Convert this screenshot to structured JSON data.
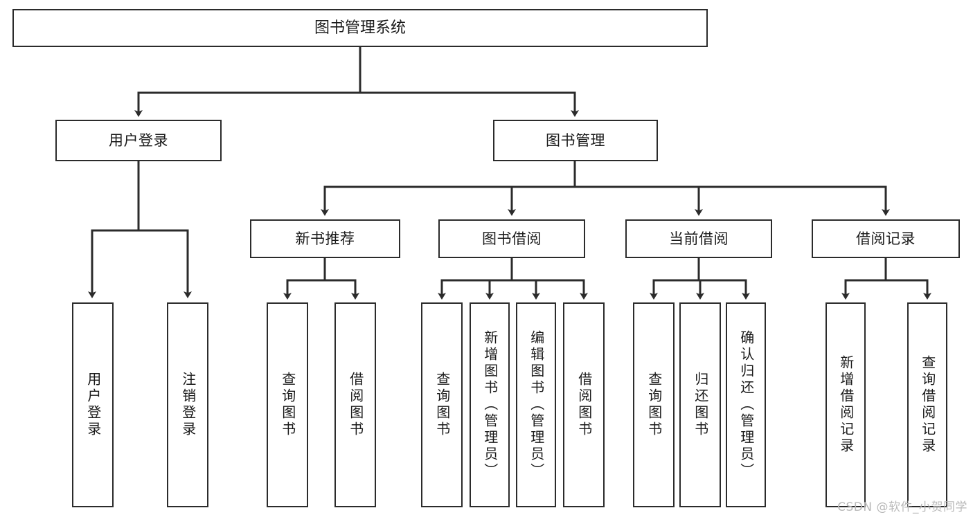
{
  "diagram": {
    "title": "图书管理系统",
    "watermark": "CSDN @软件_小贺同学",
    "line_color": "#2b2b2b",
    "text_color": "#1a1a1a",
    "background": "#ffffff",
    "watermark_color": "#b9b9b9",
    "levels": {
      "root": {
        "label": "图书管理系统"
      },
      "level2": [
        {
          "label": "用户登录"
        },
        {
          "label": "图书管理"
        }
      ],
      "level3": [
        {
          "label": "新书推荐"
        },
        {
          "label": "图书借阅"
        },
        {
          "label": "当前借阅"
        },
        {
          "label": "借阅记录"
        }
      ],
      "leaves": {
        "user_login": [
          {
            "label": "用户登录"
          },
          {
            "label": "注销登录"
          }
        ],
        "new_book_recommend": [
          {
            "label": "查询图书"
          },
          {
            "label": "借阅图书"
          }
        ],
        "book_borrow": [
          {
            "label": "查询图书"
          },
          {
            "label": "新增图书（管理员）"
          },
          {
            "label": "编辑图书（管理员）"
          },
          {
            "label": "借阅图书"
          }
        ],
        "current_borrow": [
          {
            "label": "查询图书"
          },
          {
            "label": "归还图书"
          },
          {
            "label": "确认归还（管理员）"
          }
        ],
        "borrow_record": [
          {
            "label": "新增借阅记录"
          },
          {
            "label": "查询借阅记录"
          }
        ]
      }
    }
  }
}
